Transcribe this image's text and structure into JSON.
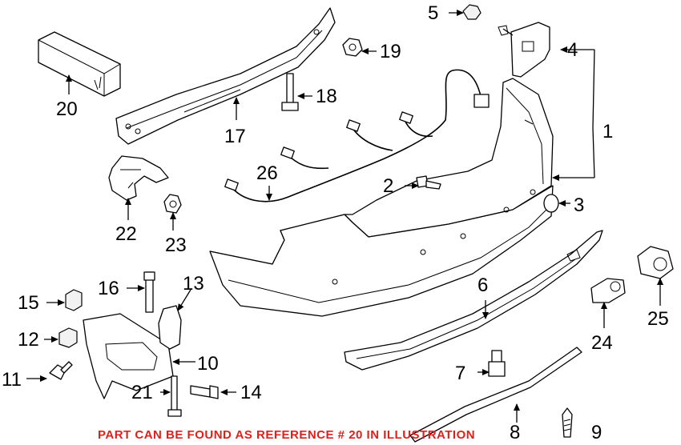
{
  "footer_note": "PART CAN BE FOUND AS REFERENCE # 20 IN ILLUSTRATION",
  "note_color": "#e0201b",
  "callouts": [
    "1",
    "2",
    "3",
    "4",
    "5",
    "6",
    "7",
    "8",
    "9",
    "10",
    "11",
    "12",
    "13",
    "14",
    "15",
    "16",
    "17",
    "18",
    "19",
    "20",
    "21",
    "22",
    "23",
    "24",
    "25",
    "26"
  ]
}
